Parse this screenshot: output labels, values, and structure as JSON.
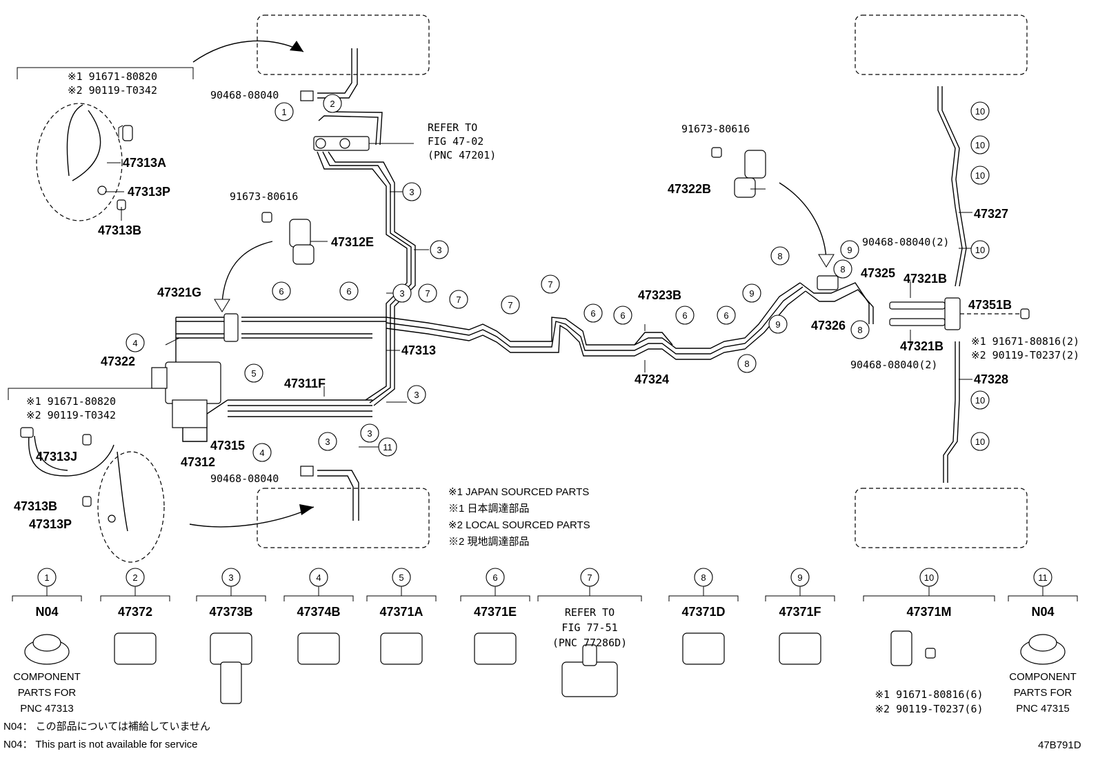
{
  "diagram_code": "47B791D",
  "legend": {
    "japan_en": "※1 JAPAN SOURCED PARTS",
    "japan_jp": "※1 日本調達部品",
    "local_en": "※2 LOCAL SOURCED PARTS",
    "local_jp": "※2 現地調達部品"
  },
  "notes": {
    "n04_jp": "N04： この部品については補給していません",
    "n04_en": "N04： This part is not available for service"
  },
  "refer_top": [
    "REFER TO",
    "FIG 47-02",
    "(PNC 47201)"
  ],
  "labels": {
    "p90468_top": "90468-08040",
    "p90468_bottom": "90468-08040",
    "p91673_a": "91673-80616",
    "p91673_b": "91673-80616",
    "p47312E": "47312E",
    "p47321G": "47321G",
    "p47322": "47322",
    "p47313": "47313",
    "p47311F": "47311F",
    "p47315": "47315",
    "p47312": "47312",
    "p47322B": "47322B",
    "p47323B": "47323B",
    "p47324": "47324",
    "p47326": "47326",
    "p47325": "47325",
    "p47321B_top": "47321B",
    "p47321B_bottom": "47321B",
    "p47351B": "47351B",
    "p47327": "47327",
    "p47328": "47328",
    "p90468_2a": "90468-08040(2)",
    "p90468_2b": "90468-08040(2)",
    "s1_91671_816": "※1 91671-80816(2)",
    "s2_90119_237": "※2 90119-T0237(2)",
    "tl_s1": "※1 91671-80820",
    "tl_s2": "※2 90119-T0342",
    "p47313A": "47313A",
    "p47313P_top": "47313P",
    "p47313B_top": "47313B",
    "bl_s1": "※1 91671-80820",
    "bl_s2": "※2 90119-T0342",
    "p47313J": "47313J",
    "p47313B_bot": "47313B",
    "p47313P_bot": "47313P"
  },
  "callouts_on_diagram": [
    "1",
    "2",
    "3",
    "3",
    "3",
    "3",
    "3",
    "3",
    "4",
    "4",
    "5",
    "6",
    "6",
    "6",
    "6",
    "6",
    "6",
    "7",
    "7",
    "7",
    "7",
    "8",
    "8",
    "8",
    "8",
    "9",
    "9",
    "9",
    "10",
    "10",
    "10",
    "10",
    "10",
    "10",
    "11"
  ],
  "bottom_parts": [
    {
      "num": "1",
      "pn": "N04",
      "caption": [
        "COMPONENT",
        "PARTS FOR",
        "PNC 47313"
      ]
    },
    {
      "num": "2",
      "pn": "47372",
      "caption": []
    },
    {
      "num": "3",
      "pn": "47373B",
      "caption": []
    },
    {
      "num": "4",
      "pn": "47374B",
      "caption": []
    },
    {
      "num": "5",
      "pn": "47371A",
      "caption": []
    },
    {
      "num": "6",
      "pn": "47371E",
      "caption": []
    },
    {
      "num": "7",
      "pn": "",
      "caption": [
        "REFER TO",
        "FIG 77-51",
        "(PNC 77286D)"
      ]
    },
    {
      "num": "8",
      "pn": "47371D",
      "caption": []
    },
    {
      "num": "9",
      "pn": "47371F",
      "caption": []
    },
    {
      "num": "10",
      "pn": "47371M",
      "caption": [
        "※1 91671-80816(6)",
        "※2 90119-T0237(6)"
      ]
    },
    {
      "num": "11",
      "pn": "N04",
      "caption": [
        "COMPONENT",
        "PARTS FOR",
        "PNC 47315"
      ]
    }
  ]
}
